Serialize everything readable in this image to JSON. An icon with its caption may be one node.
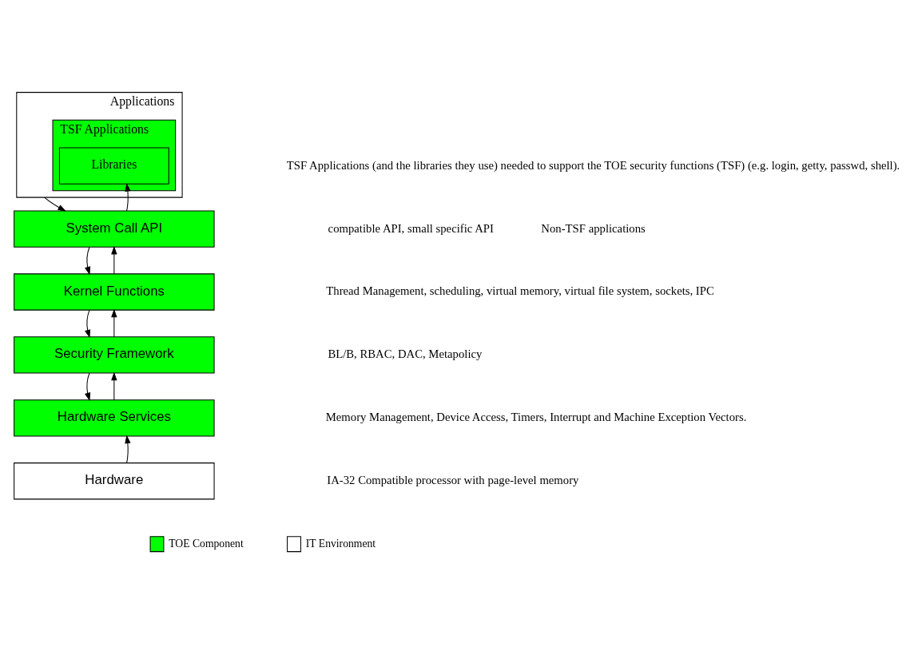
{
  "diagram": {
    "nodes": [
      {
        "text": [
          "Applications"
        ]
      },
      {
        "text": [
          "TSF Applications"
        ],
        "in": 0
      },
      {
        "text": [
          "Libraries"
        ],
        "in": 1
      },
      {
        "text": [
          "System Call API"
        ]
      },
      {
        "text": [
          "Kernel Functions"
        ]
      },
      {
        "text": [
          "Security Framework"
        ]
      },
      {
        "text": [
          "Hardware Services"
        ]
      },
      {
        "text": [
          "Hardware"
        ]
      }
    ],
    "edges": [
      {
        "from": 7,
        "to": 6,
        "arrow": "to"
      },
      {
        "from": 6,
        "to": 5,
        "arrow": "to"
      },
      {
        "from": 5,
        "to": 4,
        "arrow": "to"
      },
      {
        "from": 4,
        "to": 3,
        "arrow": "to"
      },
      {
        "from": 3,
        "to": 2,
        "arrow": "to"
      },
      {
        "from": 0,
        "to": 3,
        "arrow": "to"
      },
      {
        "from": 3,
        "to": 4,
        "arrow": "to"
      },
      {
        "from": 4,
        "to": 5,
        "arrow": "to"
      },
      {
        "from": 5,
        "to": 6,
        "arrow": "to"
      }
    ],
    "labels": [
      "TSF Applications (and the libraries they use) needed to support the TOE security functions (TSF) (e.g. login, getty, passwd, shell).",
      "Non-TSF applications",
      "compatible API, small specific API",
      "Thread Management, scheduling, virtual memory, virtual file system, sockets, IPC",
      "BL/B, RBAC, DAC, Metapolicy",
      "Memory Management, Device Access, Timers, Interrupt and Machine Exception Vectors.",
      "IA-32 Compatible processor with page-level memory"
    ],
    "legend": [
      {
        "text": "TOE Component",
        "color": "#00ff00"
      },
      {
        "text": "IT Environment",
        "color": "#ffffff"
      }
    ]
  }
}
